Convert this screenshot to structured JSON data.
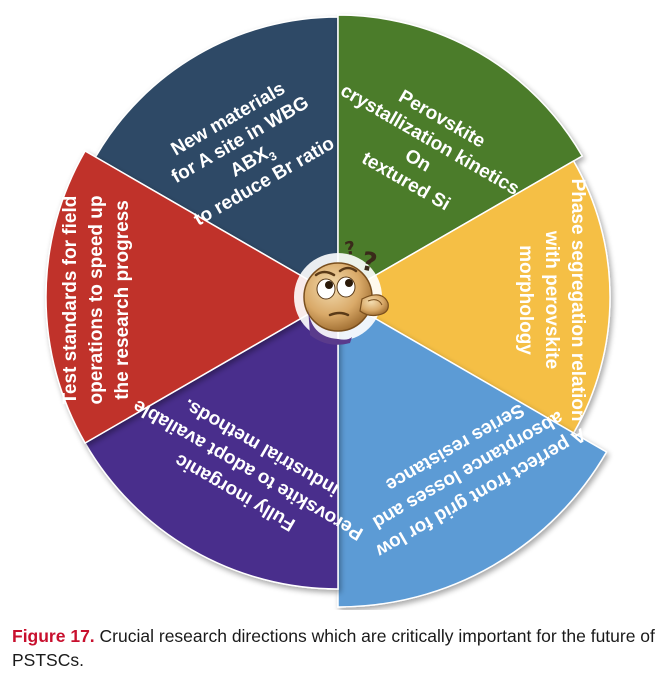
{
  "figure": {
    "caption_label": "Figure 17.",
    "caption_text": "Crucial research directions which are critically important for the future of PSTSCs."
  },
  "segments": [
    {
      "id": "wbg-materials",
      "color": "#2e4a66",
      "lines": [
        [
          {
            "t": "New materials"
          }
        ],
        [
          {
            "t": "for A site  in  WBG"
          }
        ],
        [
          {
            "t": "ABX"
          },
          {
            "t": "3",
            "sub": true
          }
        ],
        [
          {
            "t": "to reduce Br ratio"
          }
        ]
      ]
    },
    {
      "id": "crystallization",
      "color": "#4c7c2c",
      "lines": [
        [
          {
            "t": "Perovskite"
          }
        ],
        [
          {
            "t": "crystallization kinetics"
          }
        ],
        [
          {
            "t": "On"
          }
        ],
        [
          {
            "t": "textured Si"
          }
        ]
      ]
    },
    {
      "id": "phase-segregation",
      "color": "#f5bf45",
      "lines": [
        [
          {
            "t": "Phase segregation relation"
          }
        ],
        [
          {
            "t": "with perovskite"
          }
        ],
        [
          {
            "t": "morphology"
          }
        ]
      ]
    },
    {
      "id": "front-grid",
      "color": "#5b9bd5",
      "lines": [
        [
          {
            "t": "A perfect front grid for low"
          }
        ],
        [
          {
            "t": "absorptance losses and"
          }
        ],
        [
          {
            "t": "Series resistance"
          }
        ]
      ]
    },
    {
      "id": "inorganic",
      "color": "#4a2d8c",
      "lines": [
        [
          {
            "t": "Fully inorganic"
          }
        ],
        [
          {
            "t": "Perovskite to adopt available"
          }
        ],
        [
          {
            "t": "industrial methods."
          }
        ]
      ]
    },
    {
      "id": "test-standards",
      "color": "#c0312b",
      "lines": [
        [
          {
            "t": "Test standards  for field"
          }
        ],
        [
          {
            "t": "operations to speed up"
          }
        ],
        [
          {
            "t": "the research progress"
          }
        ]
      ]
    }
  ],
  "center_icon": "thinking-face-icon"
}
